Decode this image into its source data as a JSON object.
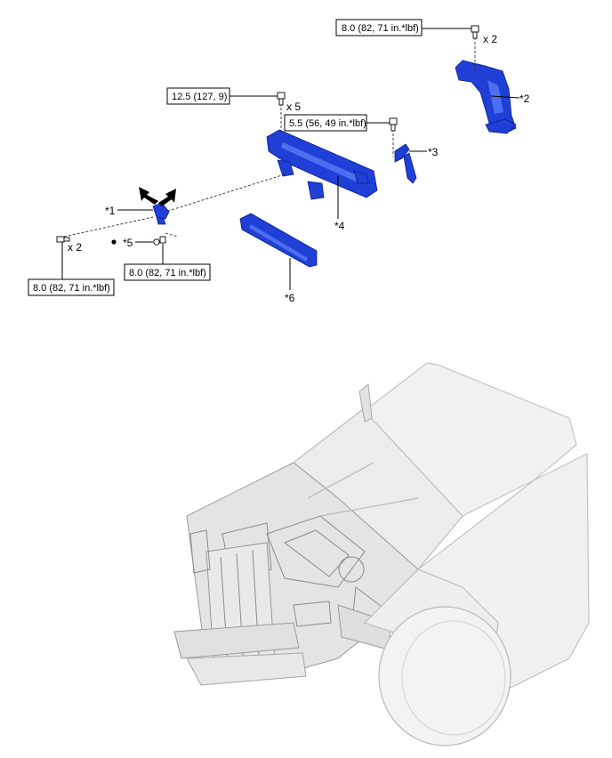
{
  "torque_specs": [
    {
      "id": "t1",
      "label": "8.0 (82, 71 in.*lbf)",
      "qty": "x 2"
    },
    {
      "id": "t2",
      "label": "12.5 (127, 9)",
      "qty": "x 5"
    },
    {
      "id": "t3",
      "label": "5.5 (56, 49 in.*lbf)",
      "qty": ""
    },
    {
      "id": "t4",
      "label": "8.0 (82, 71 in.*lbf)",
      "qty": "x 2"
    },
    {
      "id": "t5",
      "label": "8.0 (82, 71 in.*lbf)",
      "qty": ""
    }
  ],
  "callouts": [
    {
      "id": "c1",
      "label": "*1"
    },
    {
      "id": "c2",
      "label": "*2"
    },
    {
      "id": "c3",
      "label": "*3"
    },
    {
      "id": "c4",
      "label": "*4"
    },
    {
      "id": "c5",
      "label": "*5"
    },
    {
      "id": "c6",
      "label": "*6"
    }
  ],
  "colors": {
    "part_fill": "#1f3fd6",
    "part_stroke": "#0a1f8a",
    "car_line": "#b9b9b9"
  }
}
